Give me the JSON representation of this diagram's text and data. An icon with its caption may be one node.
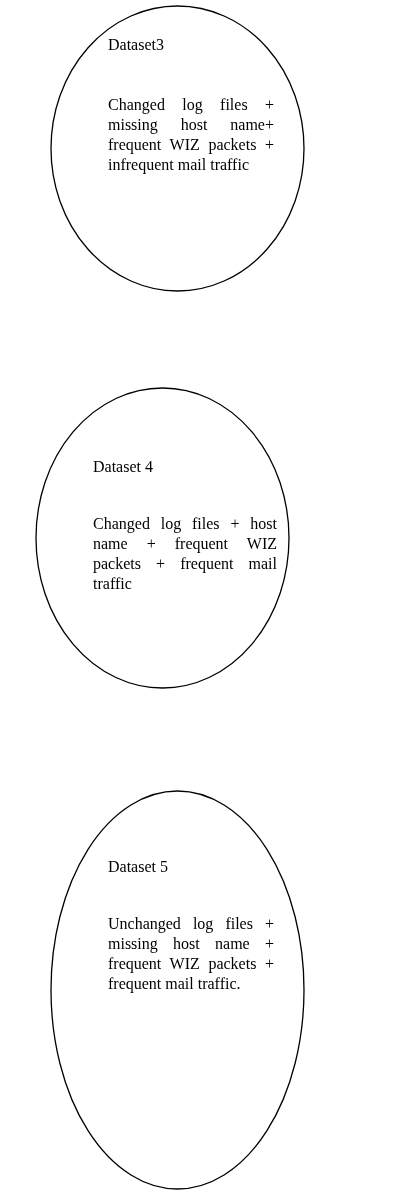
{
  "diagram": {
    "nodes": [
      {
        "text": [
          "Dataset3",
          "Changed log files + missing host name+ frequent WIZ packets + infrequent mail traffic"
        ]
      },
      {
        "text": [
          "Dataset 4",
          "Changed log files + host name + frequent WIZ packets + frequent mail traffic"
        ]
      },
      {
        "text": [
          "Dataset 5",
          "Unchanged log files + missing host name + frequent WIZ packets + frequent mail traffic."
        ]
      }
    ]
  }
}
